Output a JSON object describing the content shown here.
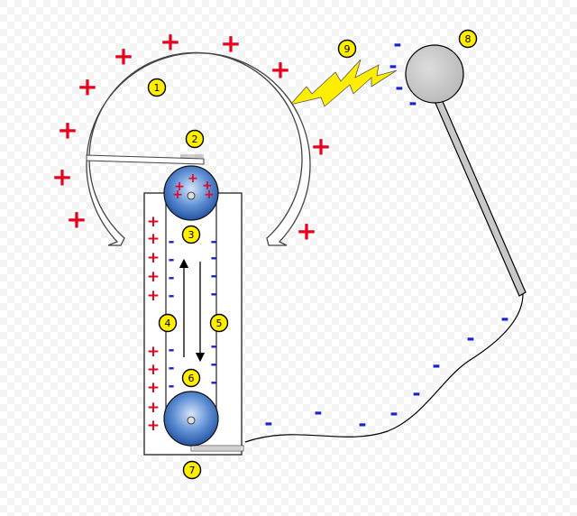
{
  "colors": {
    "background_checker_a": "#ffffff",
    "background_checker_b": "#f2f2f2",
    "positive": "#e8001c",
    "negative": "#1a23c8",
    "badge_fill": "#ffee00",
    "spark_fill": "#ffee00",
    "roller_blue": "#2a5fb0",
    "roller_light": "#c9dbf3",
    "sphere_gray": "#c8c8c8"
  },
  "labels": {
    "dome": "1",
    "upper_comb": "2",
    "upper_roller": "3",
    "belt_left": "4",
    "belt_right": "5",
    "lower_roller": "6",
    "lower_comb": "7",
    "discharge_sphere": "8",
    "spark": "9"
  },
  "symbols": {
    "positive": "+",
    "negative": "-"
  }
}
